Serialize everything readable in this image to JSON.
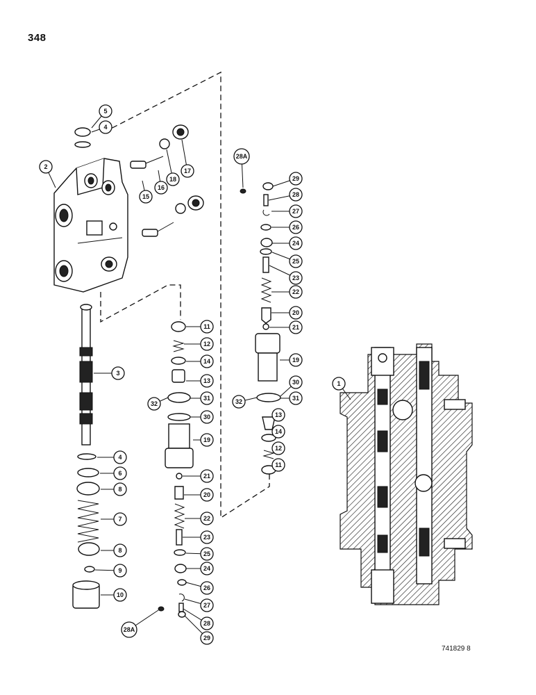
{
  "page": {
    "number": "348",
    "figure_code": "741829 8"
  },
  "callouts": [
    {
      "label": "1"
    },
    {
      "label": "2"
    },
    {
      "label": "3"
    },
    {
      "label": "4"
    },
    {
      "label": "4"
    },
    {
      "label": "5"
    },
    {
      "label": "6"
    },
    {
      "label": "7"
    },
    {
      "label": "8"
    },
    {
      "label": "8"
    },
    {
      "label": "9"
    },
    {
      "label": "10"
    },
    {
      "label": "11"
    },
    {
      "label": "11"
    },
    {
      "label": "12"
    },
    {
      "label": "12"
    },
    {
      "label": "13"
    },
    {
      "label": "13"
    },
    {
      "label": "14"
    },
    {
      "label": "14"
    },
    {
      "label": "15"
    },
    {
      "label": "16"
    },
    {
      "label": "17"
    },
    {
      "label": "18"
    },
    {
      "label": "19"
    },
    {
      "label": "19"
    },
    {
      "label": "20"
    },
    {
      "label": "20"
    },
    {
      "label": "21"
    },
    {
      "label": "21"
    },
    {
      "label": "22"
    },
    {
      "label": "22"
    },
    {
      "label": "23"
    },
    {
      "label": "23"
    },
    {
      "label": "24"
    },
    {
      "label": "24"
    },
    {
      "label": "25"
    },
    {
      "label": "25"
    },
    {
      "label": "26"
    },
    {
      "label": "26"
    },
    {
      "label": "27"
    },
    {
      "label": "27"
    },
    {
      "label": "28"
    },
    {
      "label": "28"
    },
    {
      "label": "28A"
    },
    {
      "label": "28A"
    },
    {
      "label": "29"
    },
    {
      "label": "29"
    },
    {
      "label": "30"
    },
    {
      "label": "30"
    },
    {
      "label": "31"
    },
    {
      "label": "31"
    },
    {
      "label": "32"
    },
    {
      "label": "32"
    }
  ]
}
